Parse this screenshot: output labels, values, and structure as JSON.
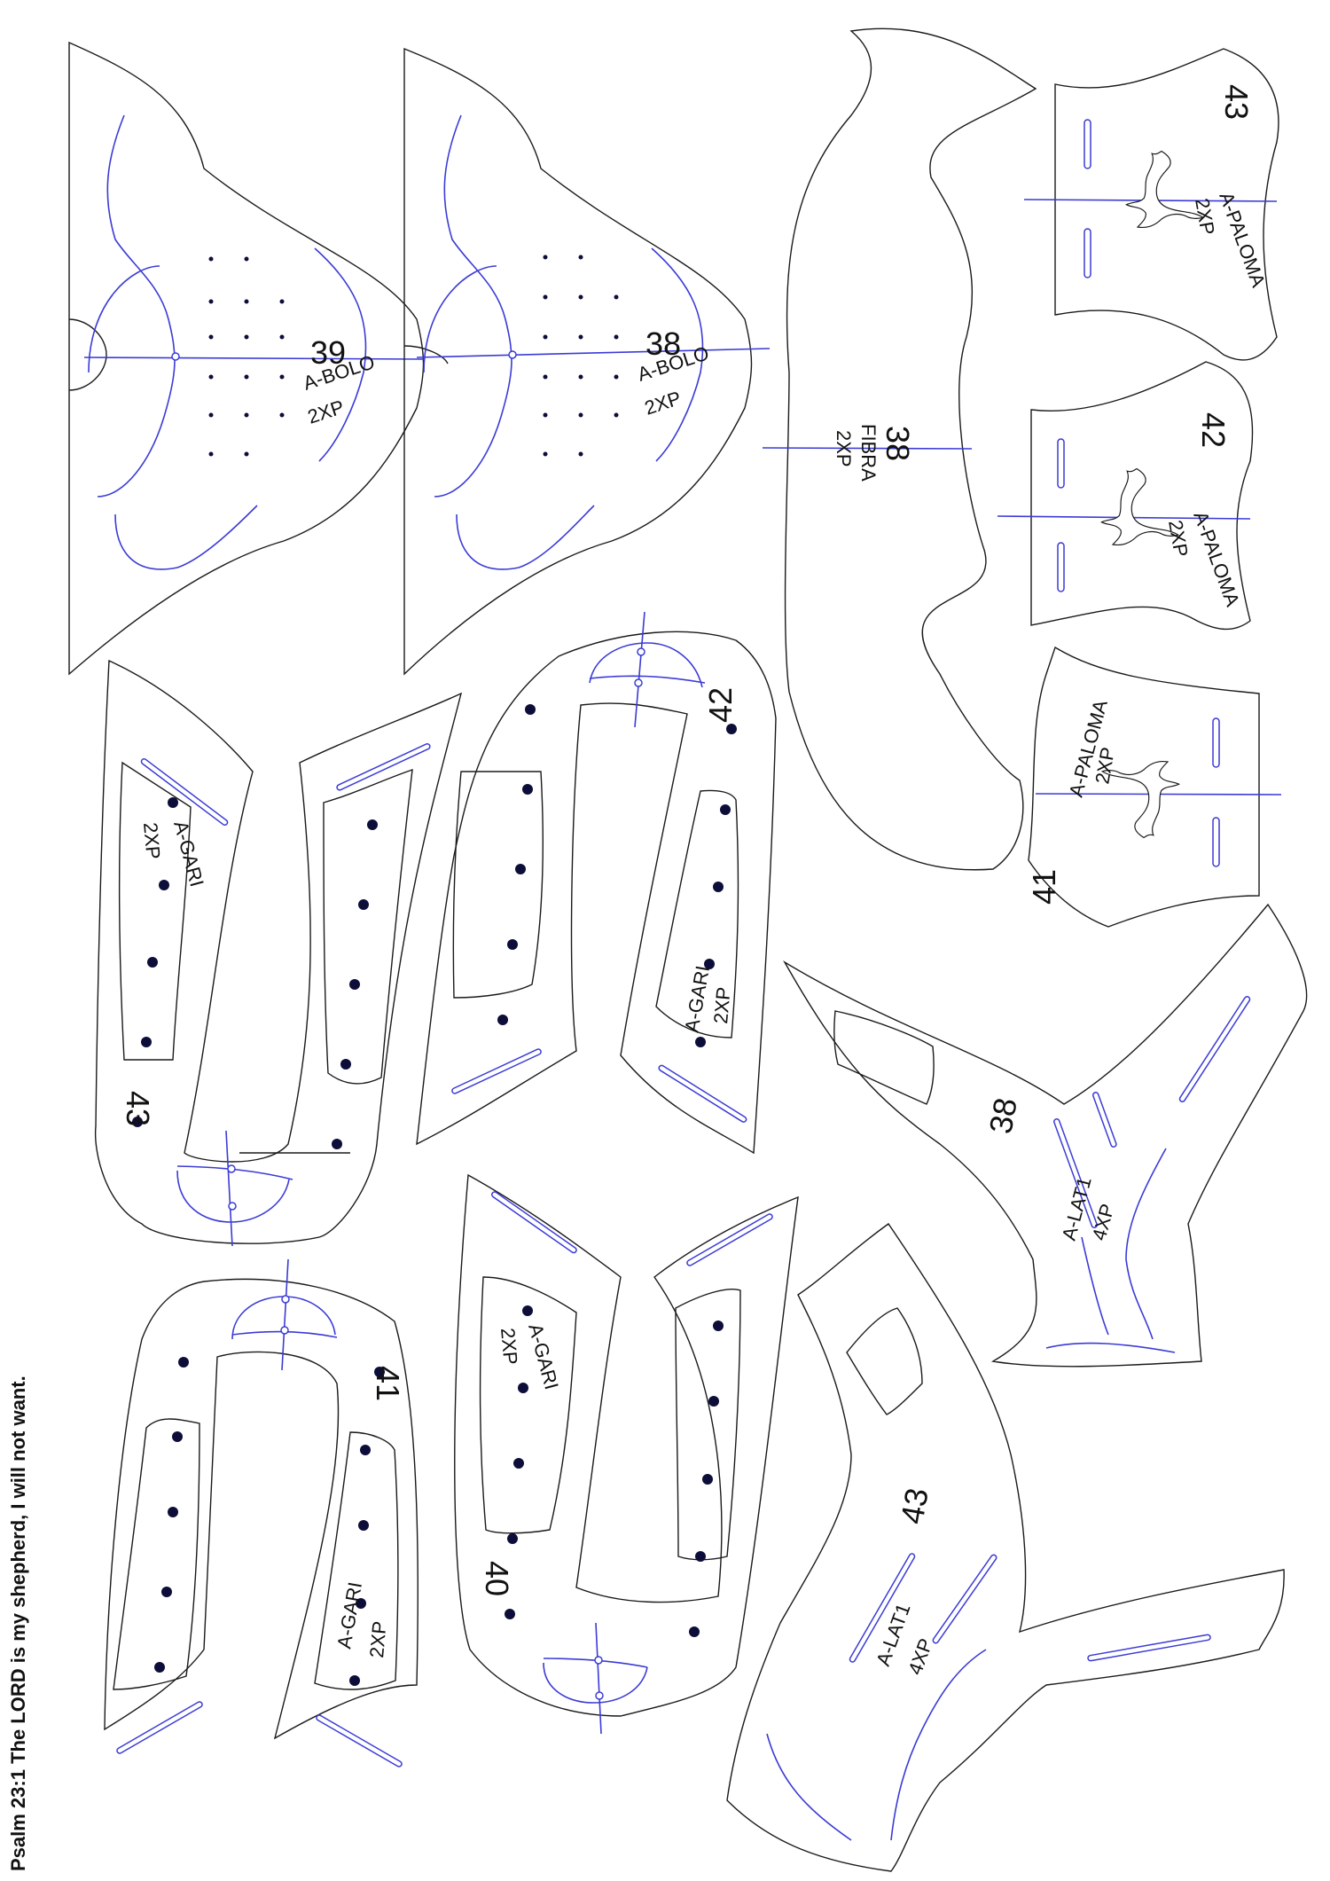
{
  "verse": "Psalm 23:1 The LORD is my shepherd, I will not want.",
  "pieces": {
    "bolo_39": {
      "size": "39",
      "name": "A-BOLO",
      "qty": "2XP"
    },
    "bolo_38": {
      "size": "38",
      "name": "A-BOLO",
      "qty": "2XP"
    },
    "fibra_38": {
      "size": "38",
      "name": "FIBRA",
      "qty": "2XP"
    },
    "paloma_43": {
      "size": "43",
      "name": "A-PALOMA",
      "qty": "2XP"
    },
    "paloma_42": {
      "size": "42",
      "name": "A-PALOMA",
      "qty": "2XP"
    },
    "paloma_41": {
      "size": "41",
      "name": "A-PALOMA",
      "qty": "2XP"
    },
    "gari_43": {
      "size": "43",
      "name": "A-GARI",
      "qty": "2XP"
    },
    "gari_42": {
      "size": "42",
      "name": "A-GARI",
      "qty": "2XP"
    },
    "gari_41": {
      "size": "41",
      "name": "A-GARI",
      "qty": "2XP"
    },
    "gari_40": {
      "size": "40",
      "name": "A-GARI",
      "qty": "2XP"
    },
    "lat1_38": {
      "size": "38",
      "name": "A-LAT1",
      "qty": "4XP"
    },
    "lat1_43": {
      "size": "43",
      "name": "A-LAT1",
      "qty": "4XP"
    }
  },
  "colors": {
    "outline": "#1a1a1a",
    "guide": "#3b3bd6",
    "hole": "#0d0d3a"
  }
}
